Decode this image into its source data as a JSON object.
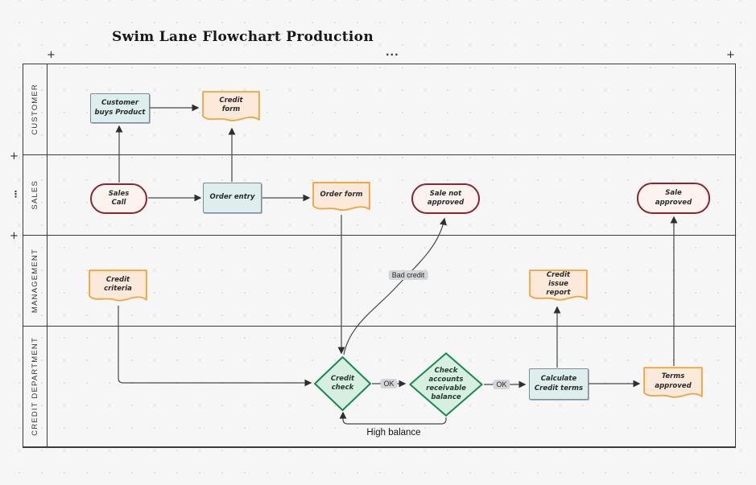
{
  "title": "Swim Lane Flowchart Production",
  "handles": {
    "top_left": "+",
    "top_center": "...",
    "top_right": "+",
    "left_upper": "+",
    "left_middle": "⋮",
    "left_lower": "+"
  },
  "lanes": [
    {
      "label": "CUSTOMER"
    },
    {
      "label": "SALES"
    },
    {
      "label": "MANAGEMENT"
    },
    {
      "label": "CREDIT DEPARTMENT"
    }
  ],
  "nodes": [
    {
      "id": "customer-buys-product",
      "type": "process",
      "label": "Customer buys Product"
    },
    {
      "id": "credit-form",
      "type": "document",
      "label": "Credit form"
    },
    {
      "id": "sales-call",
      "type": "terminator",
      "label": "Sales Call"
    },
    {
      "id": "order-entry",
      "type": "process",
      "label": "Order entry"
    },
    {
      "id": "order-form",
      "type": "document",
      "label": "Order form"
    },
    {
      "id": "sale-not-approved",
      "type": "terminator",
      "label": "Sale not approved"
    },
    {
      "id": "sale-approved",
      "type": "terminator",
      "label": "Sale approved"
    },
    {
      "id": "credit-criteria",
      "type": "document",
      "label": "Credit criteria"
    },
    {
      "id": "credit-issue-report",
      "type": "document",
      "label": "Credit issue report"
    },
    {
      "id": "credit-check",
      "type": "decision",
      "label": "Credit check"
    },
    {
      "id": "check-accounts-receivable-balance",
      "type": "decision",
      "label": "Check accounts receivable balance"
    },
    {
      "id": "calculate-credit-terms",
      "type": "process",
      "label": "Calculate Credit terms"
    },
    {
      "id": "terms-approved",
      "type": "document",
      "label": "Terms approved"
    }
  ],
  "edge_labels": [
    {
      "id": "ok-1",
      "label": "OK"
    },
    {
      "id": "ok-2",
      "label": "OK"
    },
    {
      "id": "bad-credit",
      "label": "Bad credit"
    },
    {
      "id": "high-balance",
      "label": "High balance"
    }
  ],
  "colors": {
    "process_fill": "#ddeeec",
    "process_border": "#7b8b99",
    "document_fill": "#fde9da",
    "document_border": "#f0a43c",
    "terminator_fill": "#fdf3ee",
    "terminator_border": "#8b2532",
    "decision_fill": "#d7efe1",
    "decision_border": "#178a50",
    "connector": "#45464b",
    "edge_label_bg": "#d3d5d8",
    "frame_border": "#3a3b40",
    "background": "#f6f6f7"
  }
}
